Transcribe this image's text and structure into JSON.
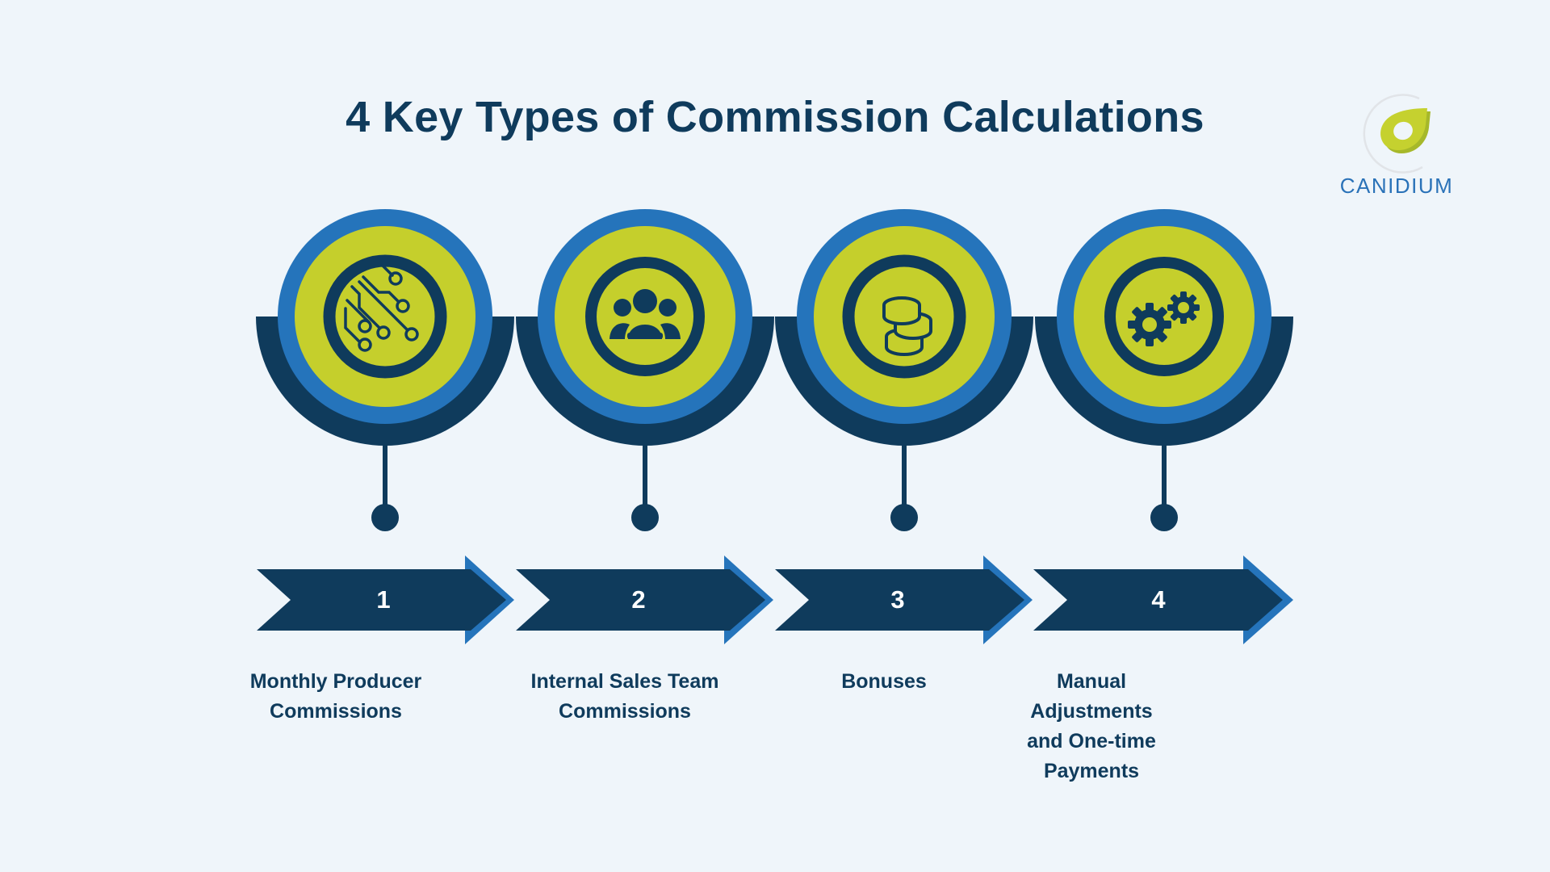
{
  "title": "4 Key Types of Commission Calculations",
  "logo": {
    "brand": "CANIDIUM",
    "icon": "canidium-leaf-logo"
  },
  "colors": {
    "background": "#eff5fa",
    "navy": "#0f3b5c",
    "blue": "#2574bb",
    "lime": "#c5cf2c",
    "white": "#ffffff"
  },
  "steps": [
    {
      "number": "1",
      "label": "Monthly Producer Commissions",
      "icon": "circuit-icon"
    },
    {
      "number": "2",
      "label": "Internal Sales Team Commissions",
      "icon": "team-icon"
    },
    {
      "number": "3",
      "label": "Bonuses",
      "icon": "coins-icon"
    },
    {
      "number": "4",
      "label": "Manual Adjustments and One-time Payments",
      "icon": "gears-icon"
    }
  ]
}
